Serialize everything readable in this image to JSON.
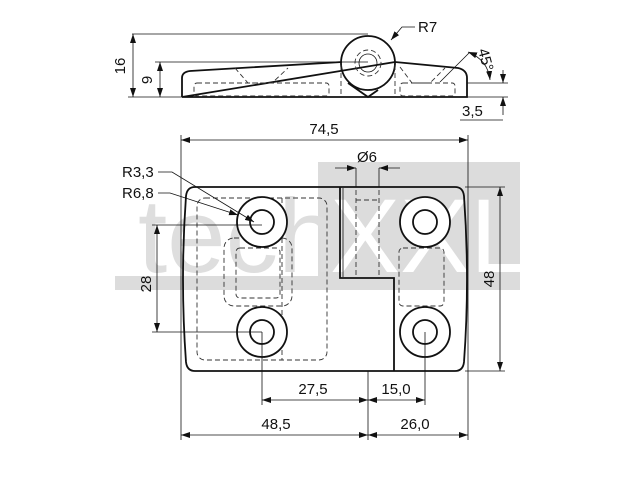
{
  "watermark": {
    "part1": "tech",
    "part2": "XXL",
    "band_color": "#dcdcdc"
  },
  "side_view": {
    "height_total": "16",
    "height_plate": "9",
    "knuckle_radius": "R7",
    "chamfer_angle": "45°",
    "chamfer_depth": "3,5"
  },
  "top_view": {
    "overall_width": "74,5",
    "pin_diameter": "Ø6",
    "hole_radius": "R3,3",
    "boss_radius": "R6,8",
    "hole_spacing_vertical": "28",
    "overall_height": "48",
    "hole_to_axis_left": "27,5",
    "hole_to_axis_right": "15,0",
    "left_leaf_width": "48,5",
    "right_leaf_width": "26,0"
  }
}
